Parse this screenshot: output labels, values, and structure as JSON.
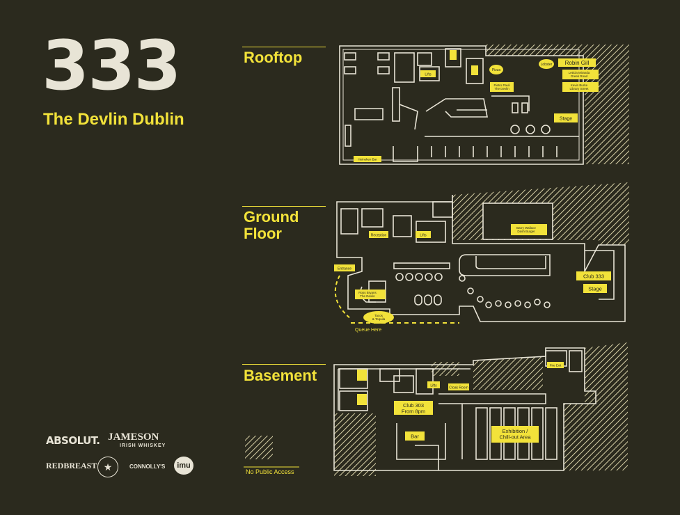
{
  "header": {
    "logo_text": "333",
    "subtitle": "The Devlin Dublin"
  },
  "floors": {
    "rooftop": {
      "title": "Rooftop",
      "labels": {
        "robin_gill": "Robin Gill",
        "leticia": "Leticia Miranda\nGreek Road",
        "kevin": "Kevin Burke\nLibrary Street",
        "stage": "Stage",
        "heineken_bar": "Heineken Bar",
        "lifts": "Lifts",
        "pietro": "Pietro Pauli\nThe Devlin",
        "pizza": "Pizza",
        "lobster": "Lobster"
      }
    },
    "ground": {
      "title_line1": "Ground",
      "title_line2": "Floor",
      "labels": {
        "barry": "Barry Wallace\nDash Burger",
        "reception": "Reception",
        "lifts": "Lifts",
        "entrance": "Entrance",
        "ross": "Ross Bryans\nThe Devlin",
        "tacos": "Tacos\n& Tequila",
        "queue": "Queue Here",
        "club": "Club 333",
        "stage": "Stage"
      }
    },
    "basement": {
      "title": "Basement",
      "labels": {
        "lifts": "Lifts",
        "cloak": "Cloak Room",
        "fire_exit": "Fire Exit",
        "club303": "Club 303\nFrom 8pm",
        "bar": "Bar",
        "exhibition": "Exhibition /\nChill-out Area"
      }
    }
  },
  "legend": {
    "no_public_access": "No Public Access"
  },
  "sponsors": {
    "absolut": "ABSOLUT.",
    "jameson": "JAMESON",
    "jameson_sub": "IRISH WHISKEY",
    "redbreast": "REDBREAST",
    "connollys": "CONNOLLY'S",
    "imu": "imu"
  },
  "colors": {
    "background": "#2b2a1e",
    "accent": "#f2e23a",
    "line": "#e8e4d6"
  }
}
